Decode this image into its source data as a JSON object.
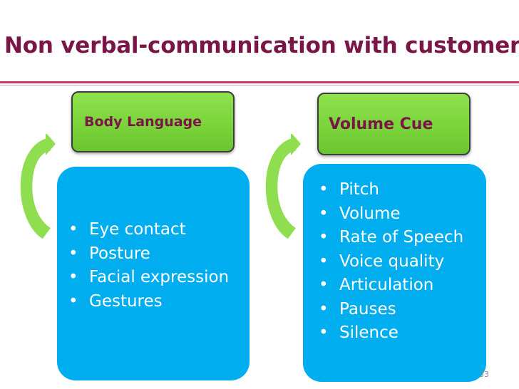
{
  "slide": {
    "title": "Non verbal-communication with customers",
    "page_number": "33"
  },
  "left_panel": {
    "heading": "Body Language",
    "bullet_symbol": "•",
    "items": [
      "Eye contact",
      "Posture",
      "Facial expression",
      "Gestures"
    ]
  },
  "right_panel": {
    "heading": "Volume Cue",
    "bullet_symbol": "•",
    "items": [
      "Pitch",
      "Volume",
      "Rate of Speech",
      "Voice quality",
      "Articulation",
      "Pauses",
      "Silence"
    ]
  },
  "colors": {
    "title": "#7a1646",
    "accent_rule": "#c63a72",
    "header_fill": "#7ad43a",
    "content_fill": "#00aeef",
    "arrow_fill": "#8fde50"
  },
  "icons": [
    "curved-arrow-icon"
  ]
}
